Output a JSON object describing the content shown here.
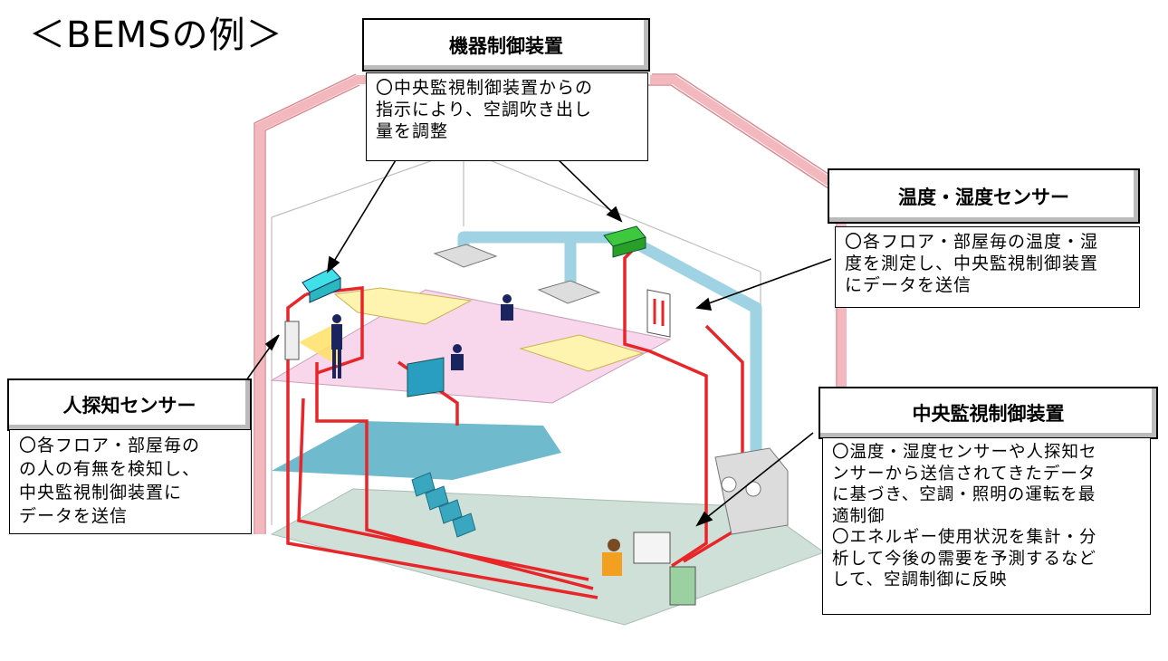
{
  "title": "＜BEMSの例＞",
  "callouts": {
    "equipment_control": {
      "heading": "機器制御装置",
      "body": "〇中央監視制御装置からの\n指示により、空調吹き出し\n量を調整"
    },
    "temp_humidity_sensor": {
      "heading": "温度・湿度センサー",
      "body": "〇各フロア・部屋毎の温度・湿\n度を測定し、中央監視制御装置\nにデータを送信"
    },
    "human_sensor": {
      "heading": "人探知センサー",
      "body": "〇各フロア・部屋毎の\nの人の有無を検知し、\n中央監視制御装置に\nデータを送信"
    },
    "central_control": {
      "heading": "中央監視制御装置",
      "body": "〇温度・湿度センサーや人探知セ\nンサーから送信されてきたデータ\nに基づき、空調・照明の運転を最\n適制御\n〇エネルギー使用状況を集計・分\n析して今後の需要を予測するなど\nして、空調制御に反映"
    }
  },
  "colors": {
    "wiring": "#e8262a",
    "duct": "#9fd3e3",
    "wall_outline": "#f2b8bd",
    "floor_upper": "#f8d6ec",
    "floor_mid": "#5fb4c8",
    "floor_ground": "#cfe0d8",
    "sensor_cyan": "#40e0e8",
    "sensor_green": "#3ec83e",
    "light_panel": "#fff3b0"
  }
}
